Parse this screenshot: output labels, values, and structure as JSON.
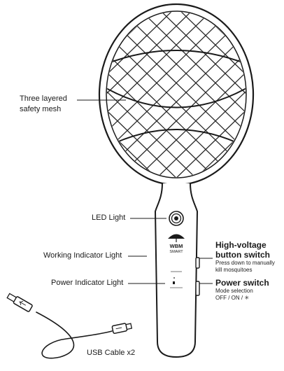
{
  "callouts": {
    "mesh": {
      "line1": "Three layered",
      "line2": "safety mesh"
    },
    "led": "LED Light",
    "working": "Working Indicator Light",
    "power_indicator": "Power Indicator Light",
    "usb": "USB Cable x2",
    "hv": {
      "title1": "High-voltage",
      "title2": "button switch",
      "desc1": "Press down to manually",
      "desc2": "kill mosquitoes"
    },
    "power_switch": {
      "title": "Power switch",
      "desc1": "Mode selection",
      "desc2": "OFF / ON / ✳"
    }
  },
  "logo": {
    "line1": "WBM",
    "line2": "SMART"
  },
  "colors": {
    "line": "#1a1a1a",
    "mesh": "#2a2a2a",
    "background": "#ffffff"
  }
}
